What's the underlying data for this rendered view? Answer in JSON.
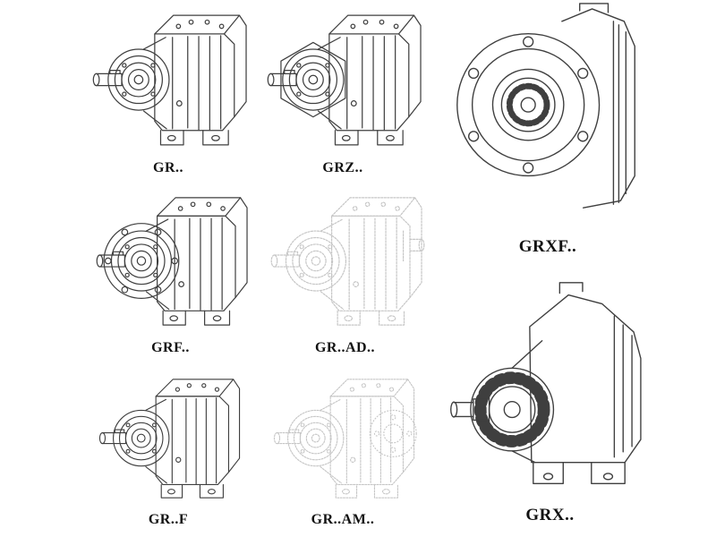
{
  "colors": {
    "line": "#3f3f3f",
    "faded": "#c6c6c6",
    "label": "#121212",
    "background": "#ffffff"
  },
  "figures": [
    {
      "id": "gr",
      "label": "GR..",
      "style": "solid",
      "drawing": "helical-gearbox-foot-mounted"
    },
    {
      "id": "grz",
      "label": "GRZ..",
      "style": "solid",
      "drawing": "helical-gearbox-hex-plate"
    },
    {
      "id": "grxf",
      "label": "GRXF..",
      "style": "solid",
      "drawing": "helical-gearbox-flange-front-view"
    },
    {
      "id": "grf",
      "label": "GRF..",
      "style": "solid",
      "drawing": "helical-gearbox-output-flange"
    },
    {
      "id": "gr-ad",
      "label": "GR..AD..",
      "style": "faded",
      "drawing": "helical-gearbox-input-shaft-adapter"
    },
    {
      "id": "grx",
      "label": "GRX..",
      "style": "solid",
      "drawing": "helical-gearbox-large-foot-mounted"
    },
    {
      "id": "gr-f",
      "label": "GR..F",
      "style": "solid",
      "drawing": "helical-gearbox-foot-mounted-variant"
    },
    {
      "id": "gr-am",
      "label": "GR..AM..",
      "style": "faded",
      "drawing": "helical-gearbox-motor-flange-adapter"
    }
  ]
}
